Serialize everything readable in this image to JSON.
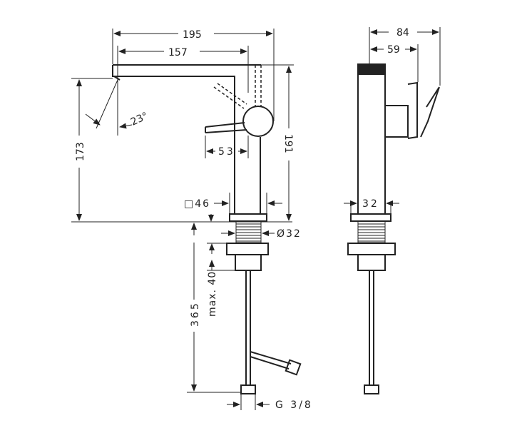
{
  "title": "Faucet technical dimension drawing",
  "dimensions": {
    "overall_reach": "195",
    "spout_reach": "157",
    "spout_height": "173",
    "total_height": "191",
    "angle": "23°",
    "lever_offset": "53",
    "body_square": "□46",
    "thread_dia": "Ø32",
    "hose_length": "365",
    "max_thickness": "max. 40",
    "connection": "G 3/8",
    "side_depth": "84",
    "side_handle": "59",
    "side_width": "32"
  },
  "colors": {
    "line": "#222222",
    "background": "#ffffff"
  }
}
